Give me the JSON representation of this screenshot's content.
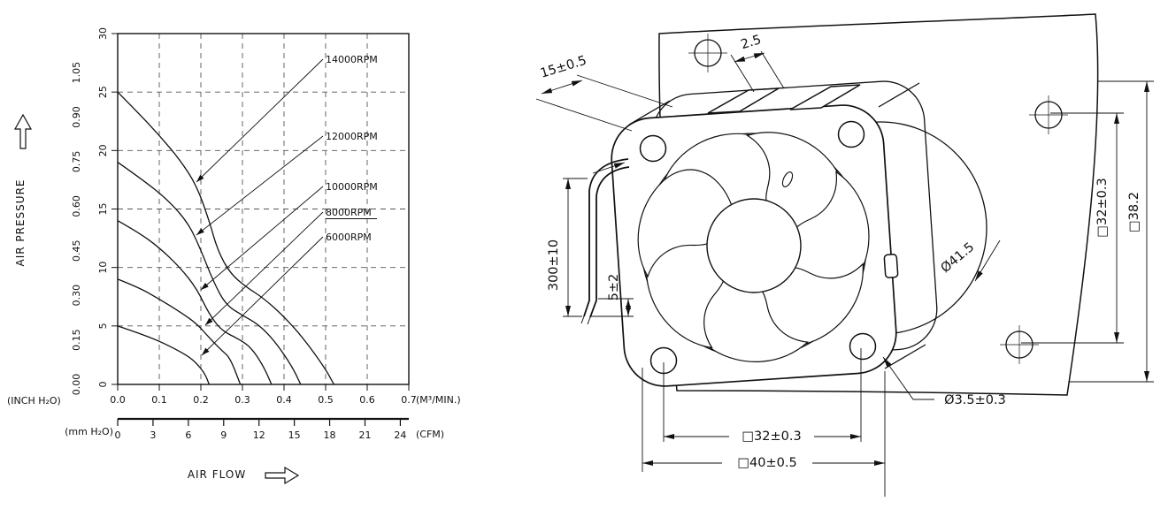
{
  "chart": {
    "pressure_axis": {
      "label": "AIR PRESSURE",
      "unit_inch": "(INCH H₂O)",
      "unit_mm": "(mm H₂O)",
      "mm_ticks": [
        "0",
        "5",
        "10",
        "15",
        "20",
        "25",
        "30"
      ],
      "inch_ticks": [
        "0.00",
        "0.15",
        "0.30",
        "0.45",
        "0.60",
        "0.75",
        "0.90",
        "1.05"
      ]
    },
    "flow_axis": {
      "label": "AIR FLOW",
      "unit_m3": "(M³/MIN.)",
      "unit_cfm": "(CFM)",
      "m3_ticks": [
        "0.0",
        "0.1",
        "0.2",
        "0.3",
        "0.4",
        "0.5",
        "0.6",
        "0.7"
      ],
      "cfm_ticks": [
        "0",
        "3",
        "6",
        "9",
        "12",
        "15",
        "18",
        "21",
        "24"
      ]
    }
  },
  "chart_data": {
    "type": "line",
    "xlabel": "AIR FLOW",
    "ylabel": "AIR PRESSURE",
    "x_units": [
      "M³/MIN.",
      "CFM"
    ],
    "y_units": [
      "mm H₂O",
      "INCH H₂O"
    ],
    "xlim": [
      0,
      0.7
    ],
    "ylim": [
      0,
      30
    ],
    "grid": "dashed",
    "legend": "inline-labels-with-leaders",
    "series": [
      {
        "name": "14000RPM",
        "underline": false,
        "points": [
          [
            0,
            25
          ],
          [
            0.05,
            23.2
          ],
          [
            0.1,
            21.3
          ],
          [
            0.15,
            19.2
          ],
          [
            0.19,
            17
          ],
          [
            0.22,
            14
          ],
          [
            0.24,
            11.5
          ],
          [
            0.27,
            9.5
          ],
          [
            0.31,
            8.3
          ],
          [
            0.35,
            7.4
          ],
          [
            0.4,
            5.8
          ],
          [
            0.45,
            3.8
          ],
          [
            0.5,
            1.3
          ],
          [
            0.52,
            0
          ]
        ]
      },
      {
        "name": "12000RPM",
        "underline": false,
        "points": [
          [
            0,
            19
          ],
          [
            0.06,
            17.5
          ],
          [
            0.12,
            15.8
          ],
          [
            0.17,
            13.8
          ],
          [
            0.2,
            11.5
          ],
          [
            0.23,
            8.8
          ],
          [
            0.26,
            6.8
          ],
          [
            0.3,
            5.9
          ],
          [
            0.34,
            5.1
          ],
          [
            0.38,
            3.6
          ],
          [
            0.42,
            1.5
          ],
          [
            0.44,
            0
          ]
        ]
      },
      {
        "name": "10000RPM",
        "underline": false,
        "points": [
          [
            0,
            14
          ],
          [
            0.05,
            13
          ],
          [
            0.1,
            11.7
          ],
          [
            0.15,
            10
          ],
          [
            0.19,
            8.2
          ],
          [
            0.22,
            6
          ],
          [
            0.25,
            4.6
          ],
          [
            0.29,
            3.9
          ],
          [
            0.32,
            3.2
          ],
          [
            0.35,
            1.6
          ],
          [
            0.37,
            0
          ]
        ]
      },
      {
        "name": "8000RPM",
        "underline": true,
        "points": [
          [
            0,
            9
          ],
          [
            0.05,
            8.3
          ],
          [
            0.1,
            7.3
          ],
          [
            0.15,
            6.2
          ],
          [
            0.19,
            5.2
          ],
          [
            0.22,
            4
          ],
          [
            0.25,
            2.9
          ],
          [
            0.27,
            2.3
          ],
          [
            0.295,
            0
          ]
        ]
      },
      {
        "name": "6000RPM",
        "underline": false,
        "points": [
          [
            0,
            5
          ],
          [
            0.05,
            4.4
          ],
          [
            0.1,
            3.7
          ],
          [
            0.14,
            3
          ],
          [
            0.17,
            2.4
          ],
          [
            0.19,
            1.8
          ],
          [
            0.21,
            0.9
          ],
          [
            0.22,
            0
          ]
        ]
      }
    ]
  },
  "drawing": {
    "dims": {
      "depth": "15±0.5",
      "lip": "2.5",
      "lead_wire": "300±10",
      "strip": "5±2",
      "impeller_dia": "Ø41.5",
      "hole_pitch_v": "□32±0.3",
      "plate": "□38.2",
      "hole_dia": "Ø3.5±0.3",
      "hole_pitch_h": "□32±0.3",
      "frame": "□40±0.5"
    }
  }
}
